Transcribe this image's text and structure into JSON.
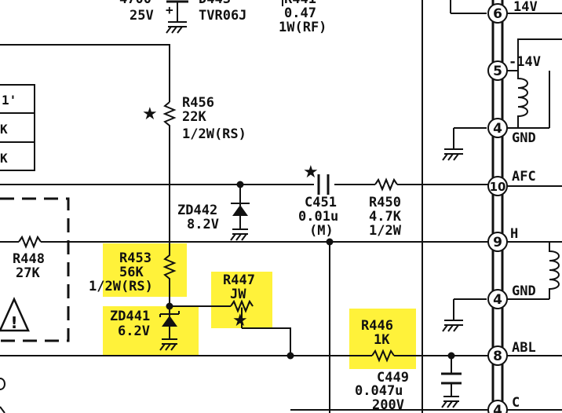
{
  "labels": {
    "top_cap": "4700",
    "top_cap_v": "25V",
    "d443": "D443",
    "tvr": "TVR06J",
    "r441": "R441",
    "r441_val": "0.47",
    "r441_w": "1W(RF)",
    "r456": "R456",
    "r456_val": "22K",
    "r456_w": "1/2W(RS)",
    "zd442": "ZD442",
    "zd442_val": "8.2V",
    "c451": "C451",
    "c451_val": "0.01u",
    "c451_type": "(M)",
    "r450": "R450",
    "r450_val": "4.7K",
    "r450_w": "1/2W",
    "r448": "R448",
    "r448_val": "27K",
    "r453": "R453",
    "r453_val": "56K",
    "r453_w": "1/2W(RS)",
    "r447": "R447",
    "r447_val": "JW",
    "zd441": "ZD441",
    "zd441_val": "6.2V",
    "r446": "R446",
    "r446_val": "1K",
    "c449": "C449",
    "c449_val": "0.047u",
    "c449_v": "200V",
    "box_1": "1'",
    "box_2": "K",
    "box_3": "K"
  },
  "pins": [
    {
      "num": "6",
      "label": "14V"
    },
    {
      "num": "5",
      "label": "-14V"
    },
    {
      "num": "4",
      "label": "GND"
    },
    {
      "num": "10",
      "label": "AFC"
    },
    {
      "num": "9",
      "label": "H"
    },
    {
      "num": "4",
      "label": "GND"
    },
    {
      "num": "8",
      "label": "ABL"
    },
    {
      "num": "4",
      "label": "C"
    }
  ],
  "colors": {
    "highlight": "#fff23a",
    "ink": "#111111"
  }
}
